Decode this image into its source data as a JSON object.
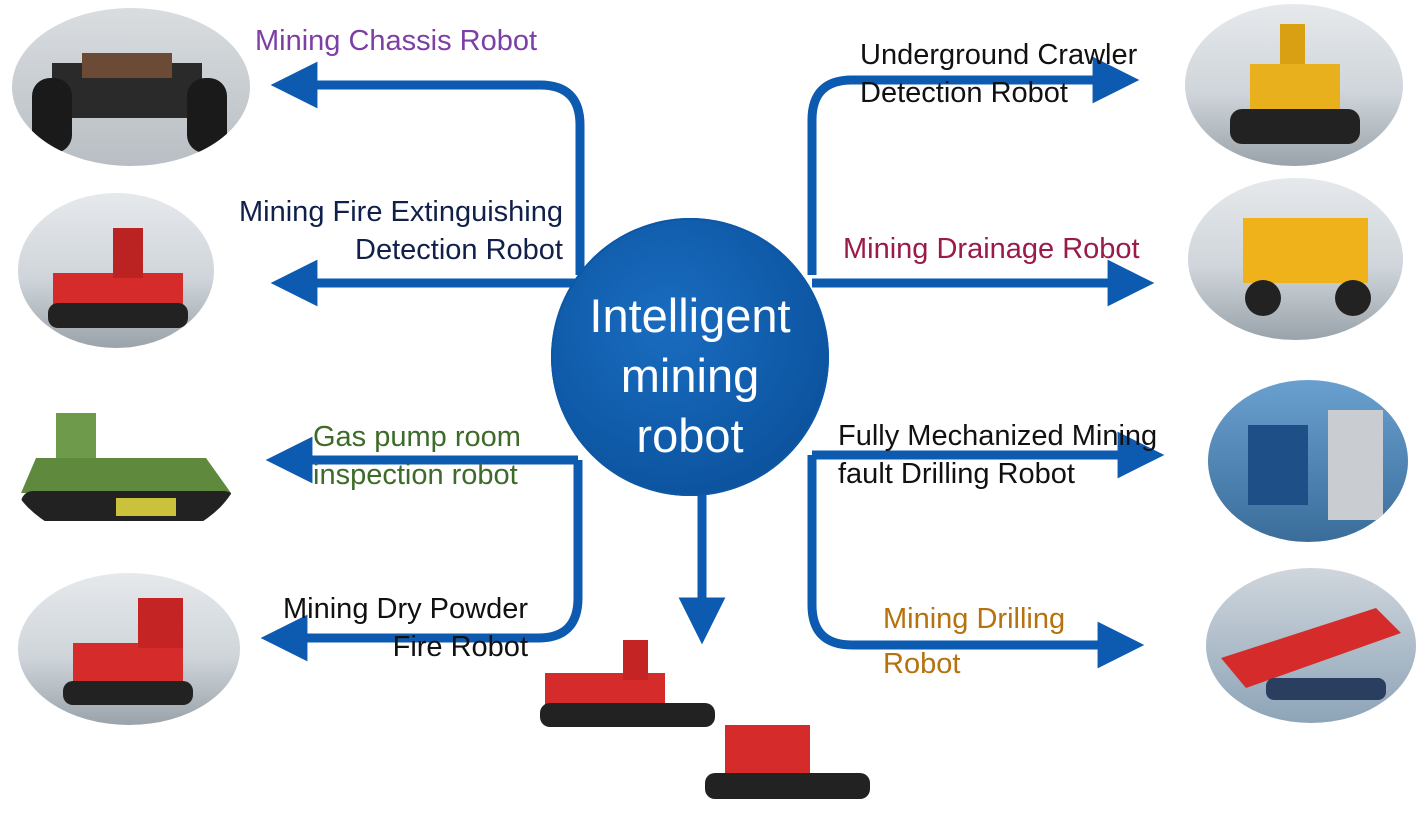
{
  "diagram": {
    "center": {
      "lines": [
        "Intelligent",
        "mining",
        "robot"
      ]
    },
    "branches": [
      {
        "id": "chassis",
        "lines": [
          "Mining Chassis Robot"
        ],
        "color": "#7b3fa6",
        "photo_icon": "tracked-chassis-robot-photo"
      },
      {
        "id": "fire-extinguishing",
        "lines": [
          "Mining Fire Extinguishing",
          "Detection Robot"
        ],
        "color": "#10204a",
        "photo_icon": "red-fire-robot-photo"
      },
      {
        "id": "gas-pump",
        "lines": [
          "Gas pump room",
          "inspection robot"
        ],
        "color": "#3e6a2a",
        "photo_icon": "green-inspection-robot-photo"
      },
      {
        "id": "dry-powder",
        "lines": [
          "Mining Dry Powder",
          "Fire Robot"
        ],
        "color": "#111111",
        "photo_icon": "red-powder-fire-robot-photo"
      },
      {
        "id": "crawler-detection",
        "lines": [
          "Underground Crawler",
          "Detection Robot"
        ],
        "color": "#111111",
        "photo_icon": "yellow-crawler-robot-photo"
      },
      {
        "id": "drainage",
        "lines": [
          "Mining Drainage Robot"
        ],
        "color": "#9a1a4a",
        "photo_icon": "yellow-drainage-robot-photo"
      },
      {
        "id": "fault-drilling",
        "lines": [
          "Fully Mechanized Mining",
          "fault Drilling Robot"
        ],
        "color": "#111111",
        "photo_icon": "blue-drilling-rig-photo"
      },
      {
        "id": "drilling",
        "lines": [
          "Mining Drilling",
          "Robot"
        ],
        "color": "#b5720e",
        "photo_icon": "red-drilling-robot-photo"
      }
    ],
    "bottom_photo_icon": "red-tracked-robots-photo",
    "arrow_color": "#0d5bb0"
  }
}
